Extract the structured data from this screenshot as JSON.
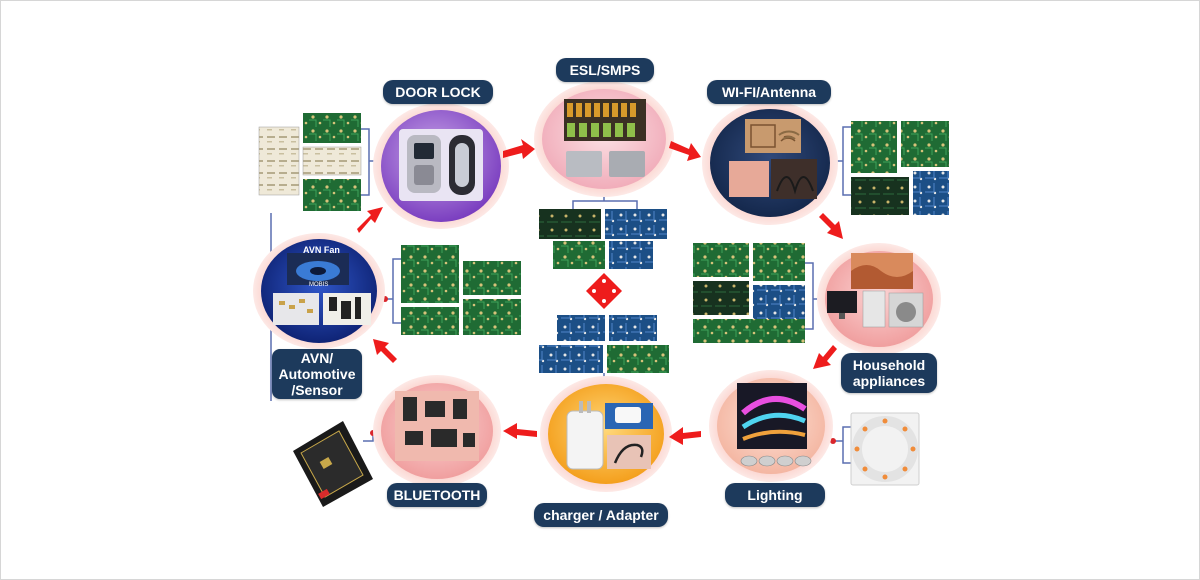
{
  "diagram": {
    "labels": {
      "door_lock": "DOOR LOCK",
      "esl_smps": "ESL/SMPS",
      "wifi_antenna": "WI-FI/Antenna",
      "household_1": "Household",
      "household_2": "appliances",
      "lighting": "Lighting",
      "charger": "charger / Adapter",
      "bluetooth": "BLUETOOTH",
      "avn_1": "AVN/",
      "avn_2": "Automotive",
      "avn_3": "/Sensor",
      "avn_fan": "AVN Fan",
      "mobis": "MOBIS"
    },
    "colors": {
      "label_bg": "#1d3a5c",
      "arrow": "#ee1c1c",
      "connector": "#5a6fb0",
      "pcb_green": "#1f6b34",
      "pcb_blue": "#1c4f86",
      "halo": "#f6b7b0"
    },
    "icons": [
      "arrow-icon",
      "pcb-board-icon",
      "diamond-icon",
      "door-lock-icon",
      "wifi-icon",
      "tv-icon",
      "led-icon",
      "charger-icon",
      "bluetooth-module-icon",
      "fan-icon"
    ]
  }
}
